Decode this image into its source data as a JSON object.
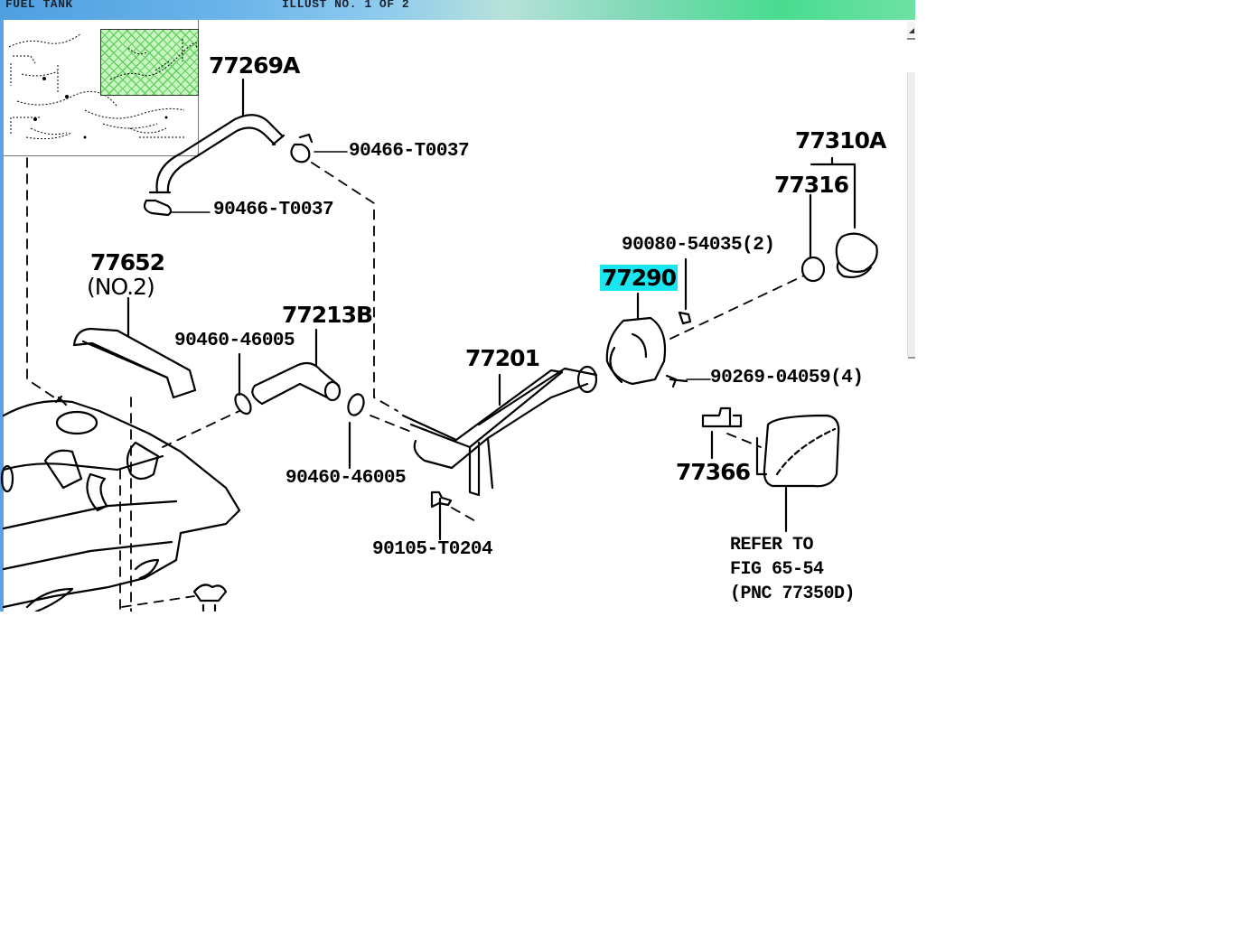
{
  "header": {
    "section_title": "FUEL TANK",
    "illust_label": "ILLUST NO. 1 OF 2"
  },
  "thumbnail": {
    "icon": "overview-thumbnail-map",
    "highlight_color": "#5fd05a"
  },
  "callouts": [
    {
      "id": "77269A",
      "label": "77269A"
    },
    {
      "id": "90466-T0037-a",
      "label": "90466-T0037"
    },
    {
      "id": "90466-T0037-b",
      "label": "90466-T0037"
    },
    {
      "id": "77652",
      "label": "77652",
      "sublabel": "(NO.2)"
    },
    {
      "id": "77213B",
      "label": "77213B"
    },
    {
      "id": "90460-46005-a",
      "label": "90460-46005"
    },
    {
      "id": "90460-46005-b",
      "label": "90460-46005"
    },
    {
      "id": "77201",
      "label": "77201"
    },
    {
      "id": "90105-T0204",
      "label": "90105-T0204"
    },
    {
      "id": "77290",
      "label": "77290",
      "highlighted": true
    },
    {
      "id": "90080-54035",
      "label": "90080-54035(2)"
    },
    {
      "id": "90269-04059",
      "label": "90269-04059(4)"
    },
    {
      "id": "77310A",
      "label": "77310A"
    },
    {
      "id": "77316",
      "label": "77316"
    },
    {
      "id": "77366",
      "label": "77366"
    }
  ],
  "reference_note": {
    "line1": "REFER TO",
    "line2": "FIG 65-54",
    "line3": "(PNC 77350D)"
  },
  "colors": {
    "highlight": "#19e6f0",
    "line": "#000000"
  }
}
